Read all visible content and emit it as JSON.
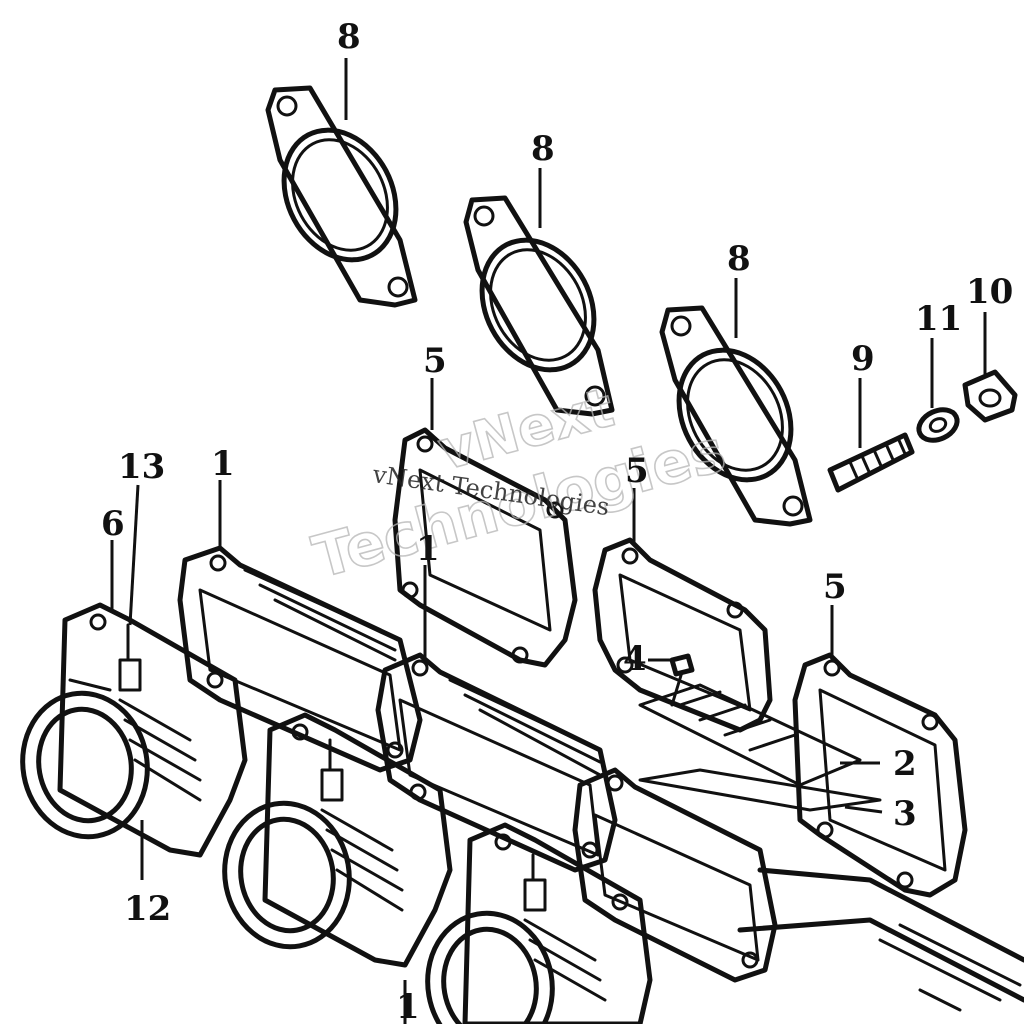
{
  "diagram": {
    "callouts": {
      "c1a": "1",
      "c1b": "1",
      "c1c": "1",
      "c2": "2",
      "c3": "3",
      "c4": "4",
      "c5a": "5",
      "c5b": "5",
      "c5c": "5",
      "c6": "6",
      "c8a": "8",
      "c8b": "8",
      "c8c": "8",
      "c9": "9",
      "c10": "10",
      "c11": "11",
      "c12": "12",
      "c13": "13"
    },
    "watermark": {
      "line1": "vNext",
      "line2": "Technologies",
      "small": "vNext Technologies"
    }
  },
  "colors": {
    "ink": "#111111",
    "paper": "#ffffff",
    "watermark": "#b5b5b5"
  }
}
